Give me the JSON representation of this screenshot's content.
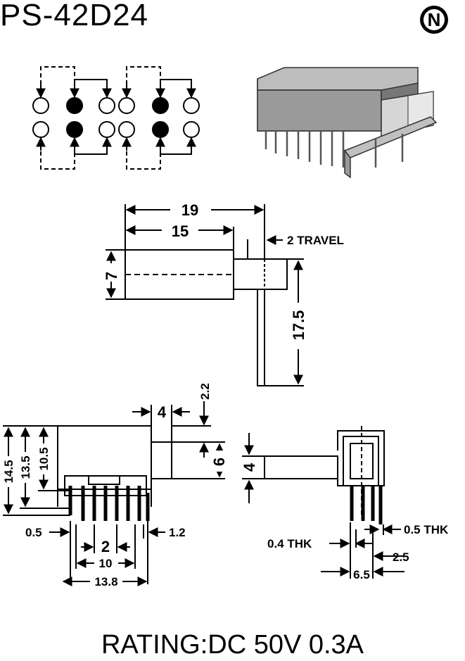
{
  "title": "PS-42D24",
  "logo_letter": "N",
  "rating": "RATING:DC 50V 0.3A",
  "top_view": {
    "dim_19": "19",
    "dim_15": "15",
    "travel": "2 TRAVEL",
    "dim_7": "7",
    "dim_17_5": "17.5"
  },
  "front_view": {
    "dim_4": "4",
    "dim_2_2": "2.2",
    "dim_6": "6",
    "dim_14_5": "14.5",
    "dim_13_5": "13.5",
    "dim_10_5": "10.5",
    "dim_0_5": "0.5",
    "dim_1_2": "1.2",
    "dim_2": "2",
    "dim_10": "10",
    "dim_13_8": "13.8"
  },
  "side_view": {
    "dim_4": "4",
    "thk_04": "0.4 THK",
    "thk_05": "0.5 THK",
    "dim_2_5": "2.5",
    "dim_6_5": "6.5"
  }
}
